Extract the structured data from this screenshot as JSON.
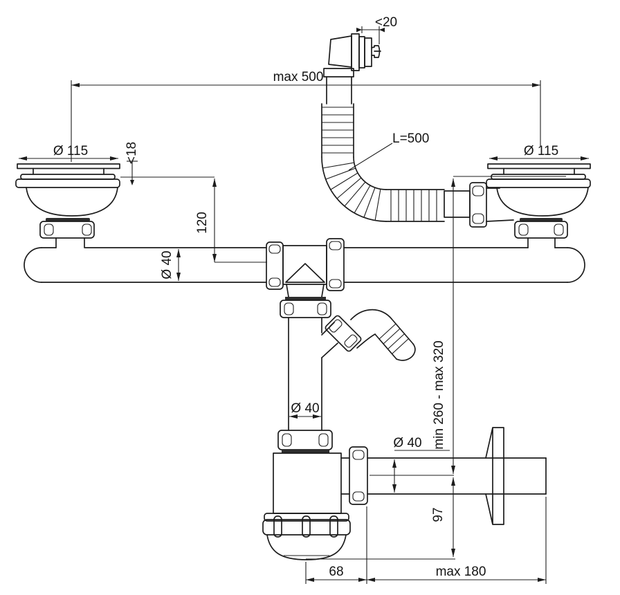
{
  "drawing": {
    "colors": {
      "line": "#1c1c1c",
      "background": "#ffffff"
    },
    "dimensions": {
      "overflow_width": "<20",
      "span_max": "max 500",
      "strainer_left_diameter": "Ø 115",
      "strainer_right_diameter": "Ø 115",
      "deck_thickness": "<18",
      "hose_length": "L=500",
      "drop_to_pipe": "120",
      "pipe_diameter": "Ø 40",
      "tailpipe_diameter": "Ø 40",
      "outlet_diameter": "Ø 40",
      "height_range": "min 260 - max 320",
      "outlet_drop": "97",
      "trap_offset": "68",
      "outlet_reach": "max 180"
    }
  }
}
